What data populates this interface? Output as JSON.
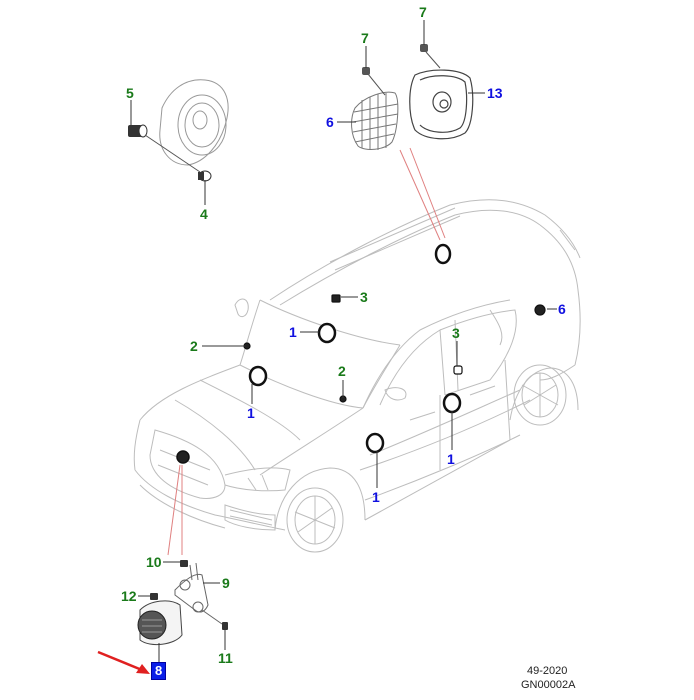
{
  "diagram": {
    "title": "Audio speakers and horn component locations",
    "colors": {
      "callout_green": "#1a7a1a",
      "callout_blue": "#1010e0",
      "highlight_bg": "#0a1ee8",
      "indicator_arrow": "#e02020",
      "leader_red": "#e08080",
      "outline": "#bbbbbb"
    },
    "callouts": [
      {
        "id": "c5",
        "label": "5",
        "color": "green"
      },
      {
        "id": "c4",
        "label": "4",
        "color": "green"
      },
      {
        "id": "c7a",
        "label": "7",
        "color": "green"
      },
      {
        "id": "c7b",
        "label": "7",
        "color": "green"
      },
      {
        "id": "c6a",
        "label": "6",
        "color": "blue"
      },
      {
        "id": "c13",
        "label": "13",
        "color": "blue"
      },
      {
        "id": "c3a",
        "label": "3",
        "color": "green"
      },
      {
        "id": "c1a",
        "label": "1",
        "color": "blue"
      },
      {
        "id": "c2a",
        "label": "2",
        "color": "green"
      },
      {
        "id": "c1b",
        "label": "1",
        "color": "blue"
      },
      {
        "id": "c2b",
        "label": "2",
        "color": "green"
      },
      {
        "id": "c6b",
        "label": "6",
        "color": "blue"
      },
      {
        "id": "c3b",
        "label": "3",
        "color": "green"
      },
      {
        "id": "c1c",
        "label": "1",
        "color": "blue"
      },
      {
        "id": "c1d",
        "label": "1",
        "color": "blue"
      },
      {
        "id": "c10",
        "label": "10",
        "color": "green"
      },
      {
        "id": "c9",
        "label": "9",
        "color": "green"
      },
      {
        "id": "c12",
        "label": "12",
        "color": "green"
      },
      {
        "id": "c11",
        "label": "11",
        "color": "green"
      },
      {
        "id": "c8",
        "label": "8",
        "color": "highlight"
      }
    ],
    "footer": {
      "date_code": "49-2020",
      "illustration_id": "GN00002A"
    }
  }
}
